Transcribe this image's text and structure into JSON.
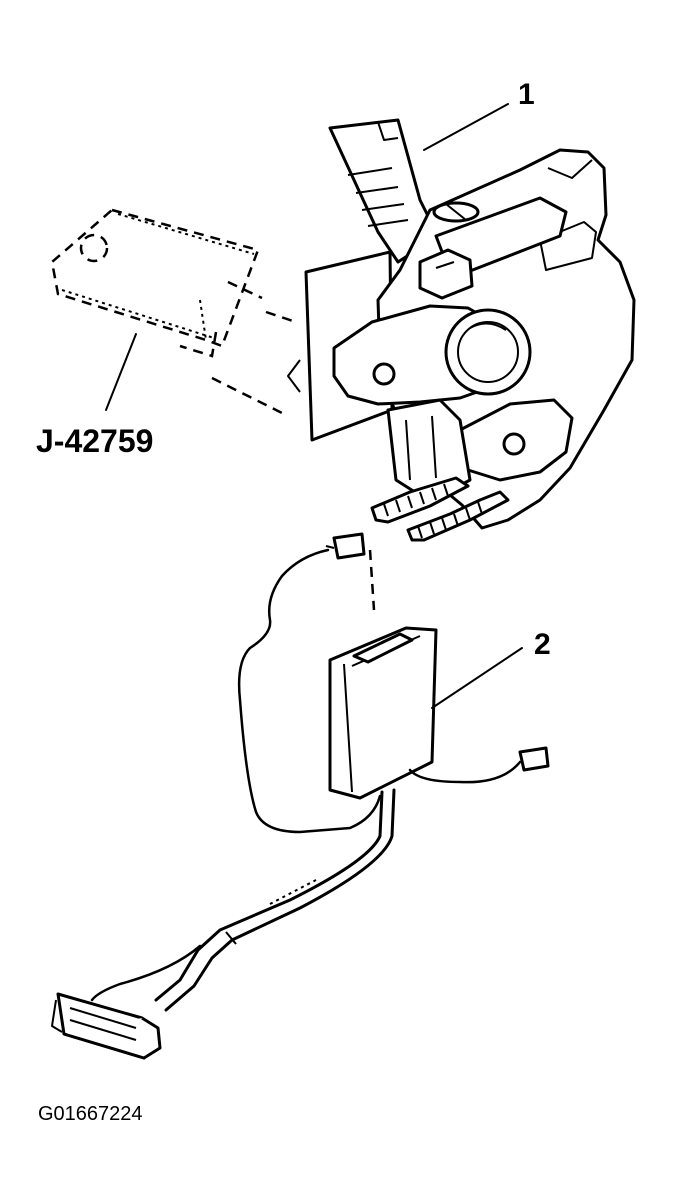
{
  "callouts": {
    "one": "1",
    "two": "2"
  },
  "tool_label": "J-42759",
  "figure_code": "G01667224",
  "colors": {
    "line": "#000000",
    "background": "#ffffff"
  }
}
